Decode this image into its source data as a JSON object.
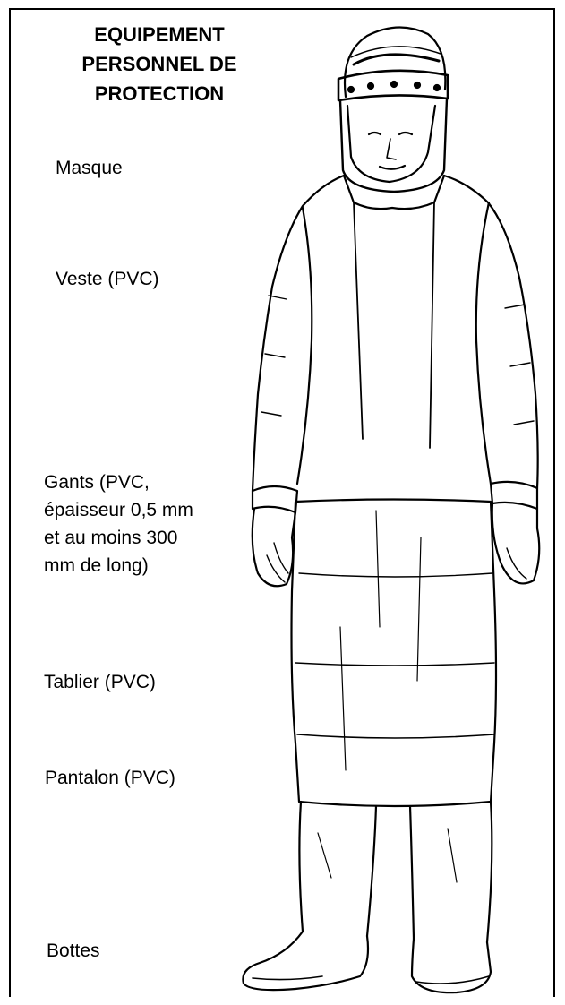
{
  "title": {
    "lines": [
      "EQUIPEMENT",
      "PERSONNEL DE",
      "PROTECTION"
    ]
  },
  "labels": {
    "mask": "Masque",
    "jacket": "Veste (PVC)",
    "gloves": [
      "Gants (PVC,",
      "épaisseur 0,5 mm",
      "et au moins 300",
      "mm de long)"
    ],
    "apron": "Tablier (PVC)",
    "trousers": "Pantalon (PVC)",
    "boots": "Bottes"
  },
  "colors": {
    "ink": "#000000",
    "paper": "#ffffff"
  }
}
